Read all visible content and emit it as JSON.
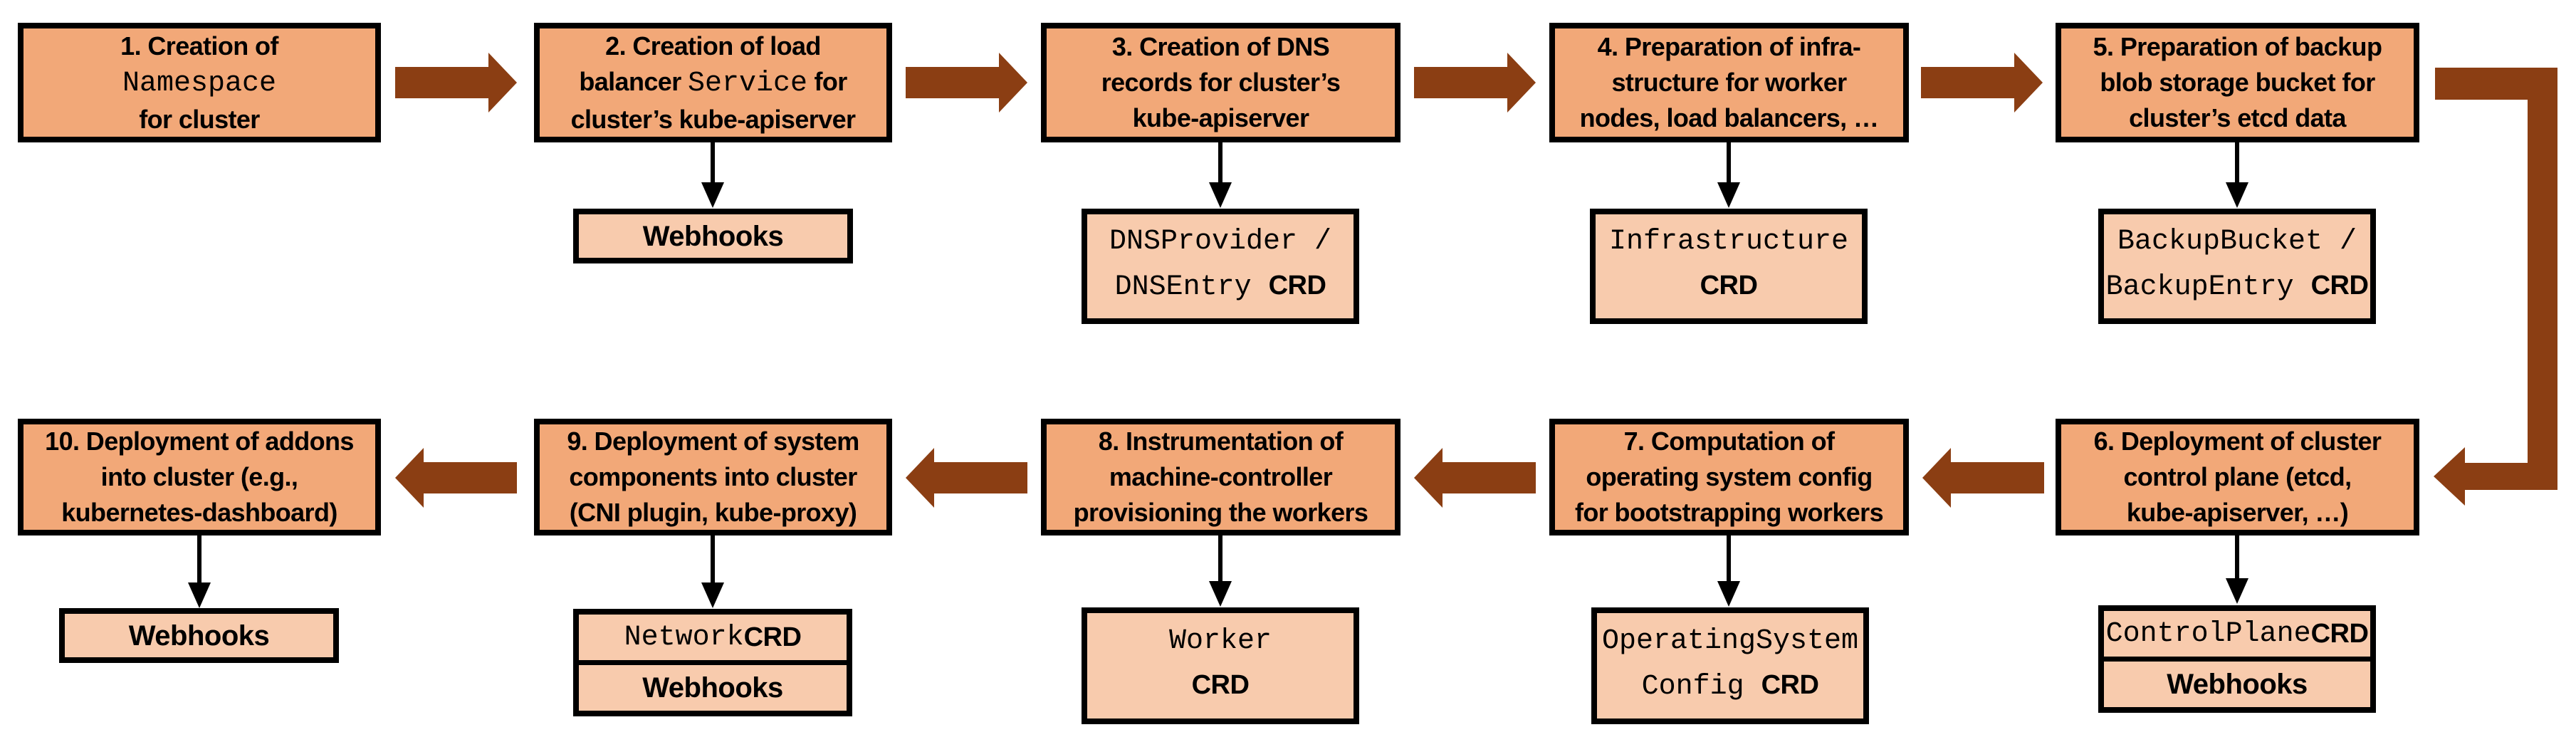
{
  "palette": {
    "step_box_fill": "#F2A878",
    "artifact_box_fill": "#F8CBAD",
    "arrow_brown": "#8B3E13",
    "border": "#000000"
  },
  "labels": {
    "crd": "CRD",
    "webhooks": "Webhooks"
  },
  "steps": [
    {
      "l1": "1. Creation of",
      "l2_code": "Namespace",
      "l3": "for cluster"
    },
    {
      "l1": "2. Creation of load",
      "l2_pre": "balancer ",
      "l2_code": "Service",
      "l2_post": " for",
      "l3": "cluster’s kube-apiserver"
    },
    {
      "l1": "3. Creation of DNS",
      "l2": "records for cluster’s",
      "l3": "kube-apiserver"
    },
    {
      "l1": "4. Preparation of infra-",
      "l2": "structure for worker",
      "l3": "nodes, load balancers, …"
    },
    {
      "l1": "5. Preparation of backup",
      "l2": "blob storage bucket for",
      "l3": "cluster’s etcd data"
    },
    {
      "l1": "6. Deployment of cluster",
      "l2": "control plane (etcd,",
      "l3": "kube-apiserver, …)"
    },
    {
      "l1": "7. Computation of",
      "l2": "operating system config",
      "l3": "for bootstrapping workers"
    },
    {
      "l1": "8. Instrumentation of",
      "l2": "machine-controller",
      "l3": "provisioning the workers"
    },
    {
      "l1": "9. Deployment of system",
      "l2": "components into cluster",
      "l3": "(CNI plugin, kube-proxy)"
    },
    {
      "l1": "10. Deployment of addons",
      "l2": "into cluster (e.g.,",
      "l3": "kubernetes-dashboard)"
    }
  ],
  "artifacts": {
    "dns": {
      "line1": "DNSProvider /",
      "line2_code": "DNSEntry "
    },
    "infrastructure": {
      "line1": "Infrastructure"
    },
    "backup": {
      "line1": "BackupBucket /",
      "line2_code": "BackupEntry "
    },
    "controlplane": {
      "code": "ControlPlane "
    },
    "osc": {
      "line1": "OperatingSystem",
      "line2_code": "Config "
    },
    "worker": {
      "line1": "Worker"
    },
    "network": {
      "code": "Network "
    }
  }
}
